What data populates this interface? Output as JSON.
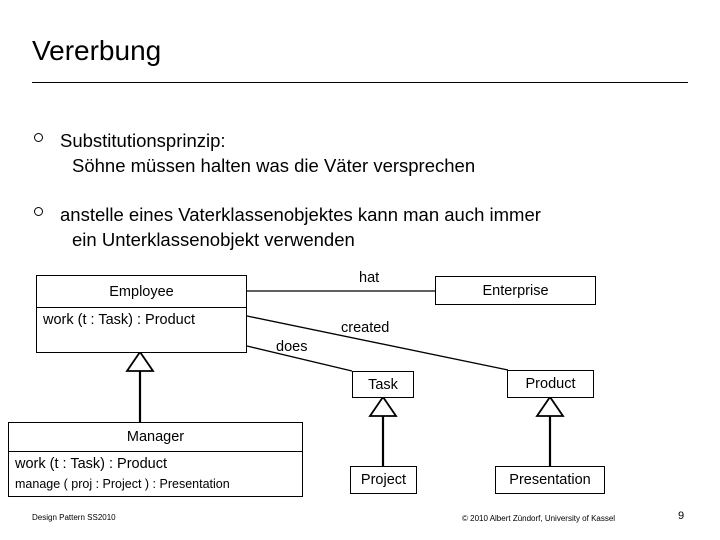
{
  "slide": {
    "title": "Vererbung",
    "page_number": "9"
  },
  "bullets": [
    {
      "marker": "hollow-circle-bullet",
      "line1": "Substitutionsprinzip:",
      "line2": "Söhne müssen halten was die Väter versprechen"
    },
    {
      "marker": "hollow-circle-bullet",
      "line1": "anstelle eines Vaterklassenobjektes kann man auch immer",
      "line2": "ein Unterklassenobjekt verwenden"
    }
  ],
  "diagram": {
    "type": "uml-class-diagram",
    "classes": {
      "employee": {
        "name": "Employee",
        "operations": [
          "work (t : Task) : Product"
        ]
      },
      "enterprise": {
        "name": "Enterprise"
      },
      "task": {
        "name": "Task"
      },
      "product": {
        "name": "Product"
      },
      "manager": {
        "name": "Manager",
        "operations": [
          "work (t : Task) : Product",
          "manage ( proj : Project ) : Presentation"
        ]
      },
      "project": {
        "name": "Project"
      },
      "presentation": {
        "name": "Presentation"
      }
    },
    "associations": [
      {
        "label": "hat",
        "from": "employee",
        "to": "enterprise"
      },
      {
        "label": "created",
        "from": "employee",
        "to": "product"
      },
      {
        "label": "does",
        "from": "employee",
        "to": "task"
      }
    ],
    "generalizations": [
      {
        "child": "manager",
        "parent": "employee"
      },
      {
        "child": "project",
        "parent": "task"
      },
      {
        "child": "presentation",
        "parent": "product"
      }
    ]
  },
  "footer": {
    "left": "Design Pattern SS2010",
    "center": "© 2010 Albert Zündorf, University of Kassel"
  },
  "colors": {
    "background": "#ffffff",
    "foreground": "#000000"
  }
}
